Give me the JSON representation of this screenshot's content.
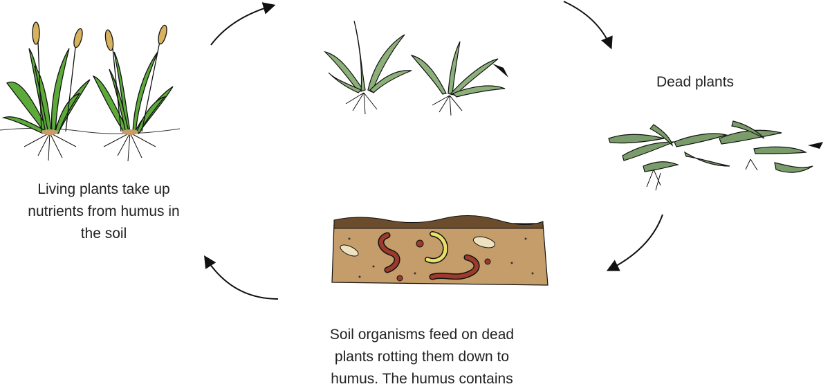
{
  "diagram": {
    "labels": {
      "living": {
        "lines": [
          "Living plants take up",
          "nutrients from humus in",
          "the soil"
        ]
      },
      "dead": {
        "lines": [
          "Dead plants"
        ]
      },
      "soil": {
        "lines": [
          "Soil organisms feed on dead",
          "plants rotting them down to",
          "humus. The humus contains"
        ]
      }
    },
    "colors": {
      "leaf_green": "#5cab3a",
      "wilting_green": "#8db07a",
      "dead_green": "#7a9c6a",
      "grain": "#d9b25e",
      "soil": "#c49d6a",
      "soil_dark": "#6b4d2e",
      "worm": "#9c3a2c",
      "larva": "#e9e06a",
      "grub": "#efe2c1",
      "outline": "#111111"
    },
    "icons": [
      "arrow-icon",
      "living-plants-icon",
      "wilting-plants-icon",
      "dead-plants-icon",
      "soil-organisms-icon"
    ]
  }
}
